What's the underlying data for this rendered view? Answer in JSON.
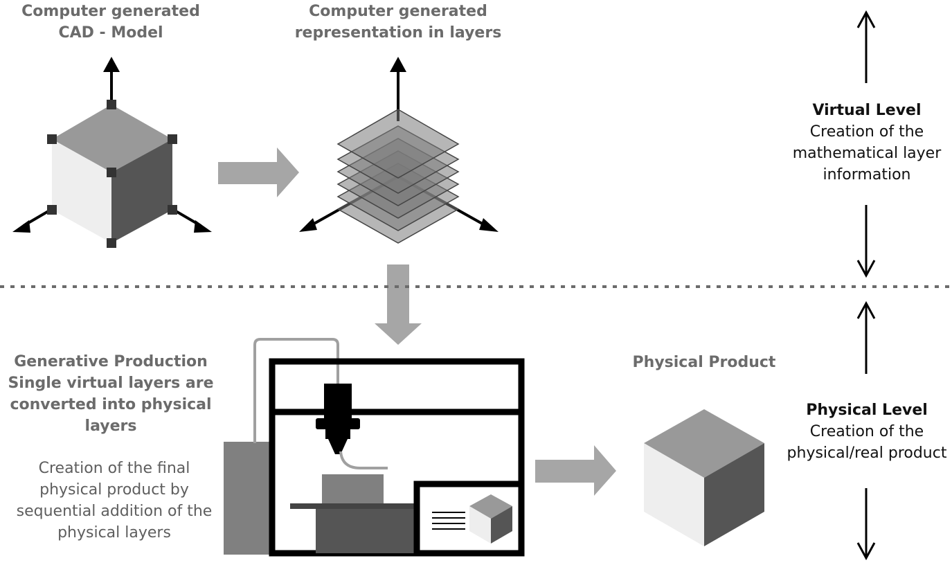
{
  "labels": {
    "cad_title": [
      "Computer generated",
      "CAD - Model"
    ],
    "layers_title": [
      "Computer generated",
      "representation in layers"
    ],
    "virtual_heading": "Virtual Level",
    "virtual_desc": [
      "Creation of the",
      "mathematical layer",
      "information"
    ],
    "generative_title": [
      "Generative Production",
      "Single virtual layers are",
      "converted into physical",
      "layers"
    ],
    "generative_desc": [
      "Creation of the final",
      "physical product by",
      "sequential addition of the",
      "physical layers"
    ],
    "physical_product": "Physical Product",
    "physical_heading": "Physical Level",
    "physical_desc": [
      "Creation of the",
      "physical/real product"
    ]
  },
  "colors": {
    "light_face": "#eeeeee",
    "mid_face": "#999999",
    "dark_face": "#555555",
    "arrow_fill": "#a6a6a6",
    "frame": "#000000",
    "label_grey": "#6b6b6b"
  }
}
